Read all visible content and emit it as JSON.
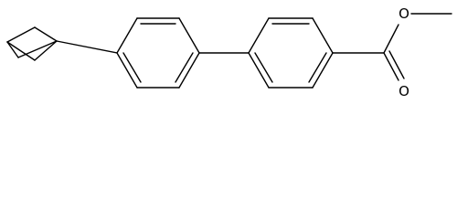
{
  "diagram": {
    "type": "chemical-structure",
    "atoms": {
      "carbonyl_oxygen": "O",
      "ester_oxygen": "O"
    }
  }
}
